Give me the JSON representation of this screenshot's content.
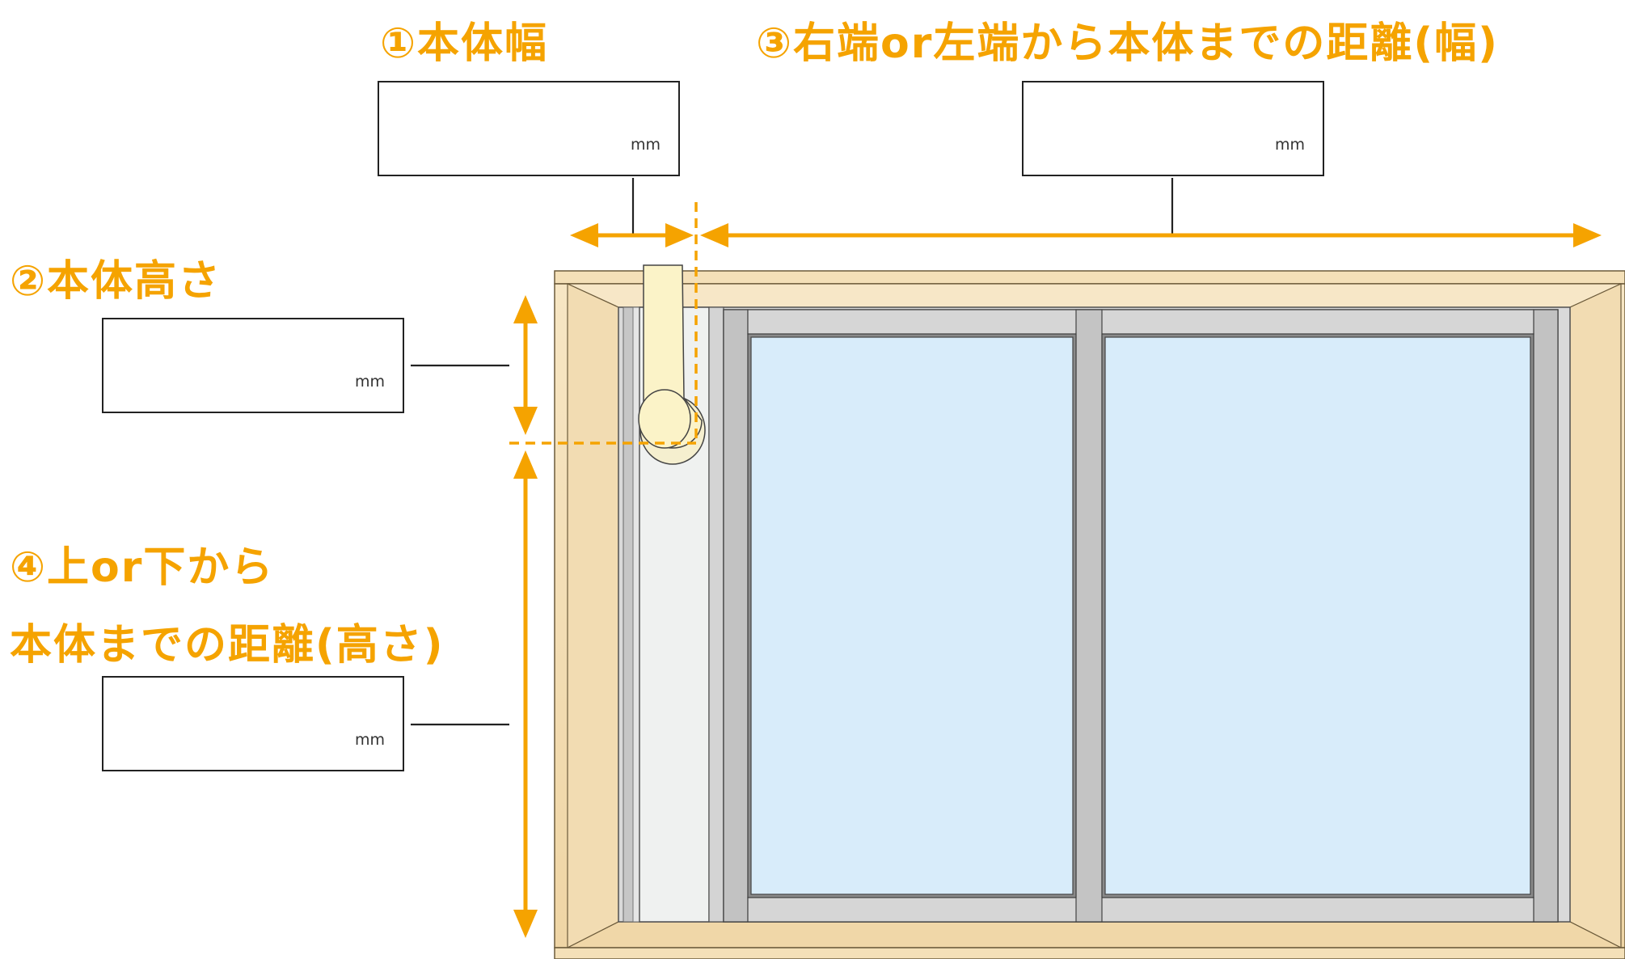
{
  "labels": {
    "width": "①本体幅",
    "height": "②本体高さ",
    "side_distance": "③右端or左端から本体までの距離(幅)",
    "vertical_distance_line1": "④上or下から",
    "vertical_distance_line2": "本体までの距離(高さ)"
  },
  "inputs": {
    "width": {
      "value": "",
      "unit": "mm"
    },
    "height": {
      "value": "",
      "unit": "mm"
    },
    "side_distance": {
      "value": "",
      "unit": "mm"
    },
    "vertical_distance": {
      "value": "",
      "unit": "mm"
    }
  },
  "colors": {
    "accent": "#f5a300",
    "frame_wood": "#f3ddb4",
    "glass": "#d8ecfa",
    "aluminum": "#c9c9c9",
    "hose": "#fbf3c8"
  }
}
